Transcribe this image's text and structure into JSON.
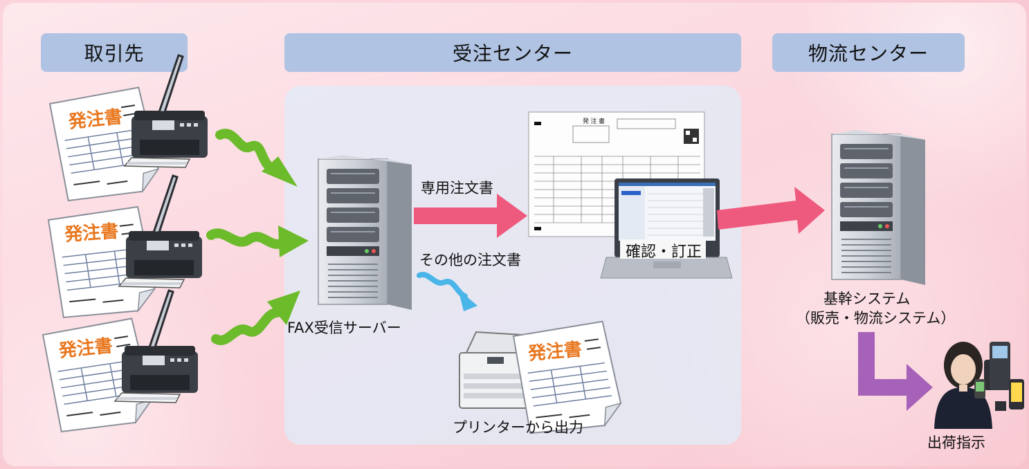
{
  "headers": {
    "left": "取引先",
    "middle": "受注センター",
    "right": "物流センター"
  },
  "documents": {
    "order_form_label": "発注書"
  },
  "labels": {
    "fax_server": "FAX受信サーバー",
    "dedicated_order": "専用注文書",
    "other_orders": "その他の注文書",
    "printer_output": "プリンターから出力",
    "confirm_correct": "確認・訂正",
    "core_system_line1": "基幹システム",
    "core_system_line2": "（販売・物流システム）",
    "shipping": "出荷指示"
  },
  "form_header": {
    "title": "発 注 書"
  },
  "colors": {
    "header_blue": "#b0c3e3",
    "green_arrow": "#6cbb2b",
    "pink_arrow": "#ee5a7e",
    "blue_arrow": "#4ab5e8",
    "purple_arrow": "#a661b8",
    "order_text_orange": "#e8771f"
  }
}
